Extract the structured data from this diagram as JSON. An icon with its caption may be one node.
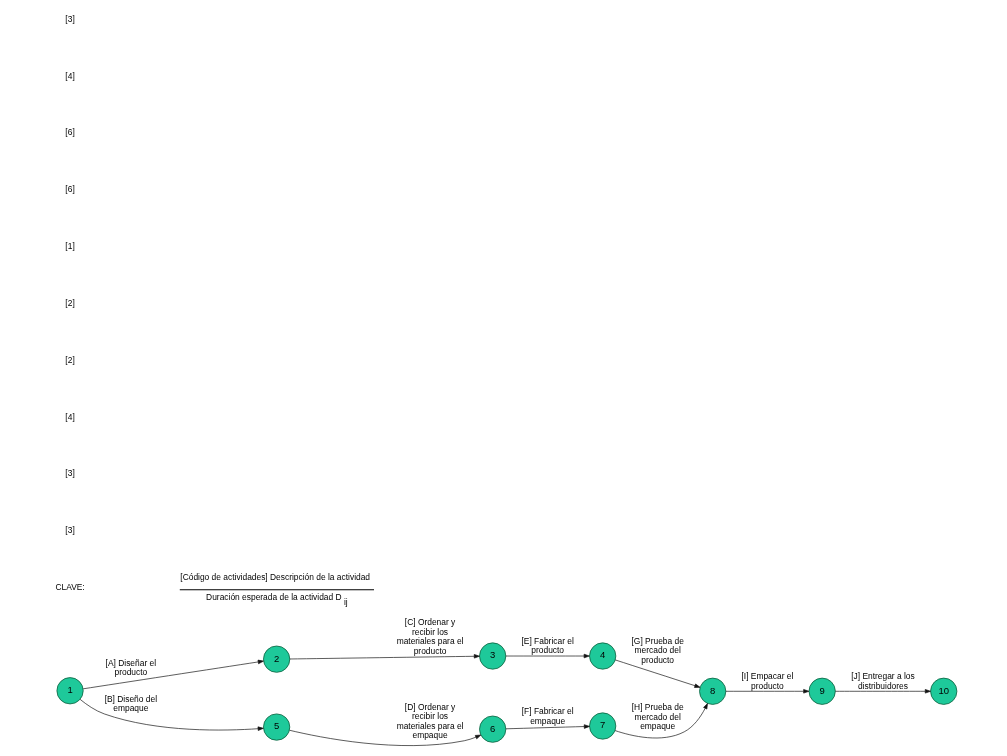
{
  "diagram": {
    "nodes": [
      {
        "text": [
          "1"
        ]
      },
      {
        "text": [
          "2"
        ]
      },
      {
        "text": [
          "3"
        ]
      },
      {
        "text": [
          "4"
        ]
      },
      {
        "text": [
          "5"
        ]
      },
      {
        "text": [
          "6"
        ]
      },
      {
        "text": [
          "7"
        ]
      },
      {
        "text": [
          "8"
        ]
      },
      {
        "text": [
          "9"
        ]
      },
      {
        "text": [
          "10"
        ]
      }
    ],
    "edges": [
      {
        "from": 0,
        "to": 1,
        "arrow": "to",
        "label": "[A] Diseñar el producto"
      },
      {
        "from": 0,
        "to": 4,
        "arrow": "to",
        "label": "[B] Diseño del empaque"
      },
      {
        "from": 1,
        "to": 2,
        "arrow": "to",
        "label": "[C] Ordenar y recibir los materiales para el producto"
      },
      {
        "from": 4,
        "to": 5,
        "arrow": "to",
        "label": "[D] Ordenar y recibir los materiales para el empaque"
      },
      {
        "from": 2,
        "to": 3,
        "arrow": "to",
        "label": "[E] Fabricar el producto"
      },
      {
        "from": 5,
        "to": 6,
        "arrow": "to",
        "label": "[F] Fabricar el empaque"
      },
      {
        "from": 3,
        "to": 7,
        "arrow": "to",
        "label": "[G] Prueba de mercado del producto"
      },
      {
        "from": 6,
        "to": 7,
        "arrow": "to",
        "label": "[H] Prueba de mercado del empaque"
      },
      {
        "from": 7,
        "to": 8,
        "arrow": "to",
        "label": "[I] Empacar el producto"
      },
      {
        "from": 8,
        "to": 9,
        "arrow": "to",
        "label": "[J] Entregar a los distribuidores"
      }
    ],
    "labels": [
      "[3]",
      "[4]",
      "[6]",
      "[6]",
      "[1]",
      "[2]",
      "[2]",
      "[4]",
      "[3]",
      "[3]",
      "CLAVE:"
    ],
    "legend": [
      {
        "text": "[Código de actividades] Descripción de la actividad"
      },
      {
        "text": "Duración esperada de la actividad D$_{ij}$"
      }
    ]
  }
}
